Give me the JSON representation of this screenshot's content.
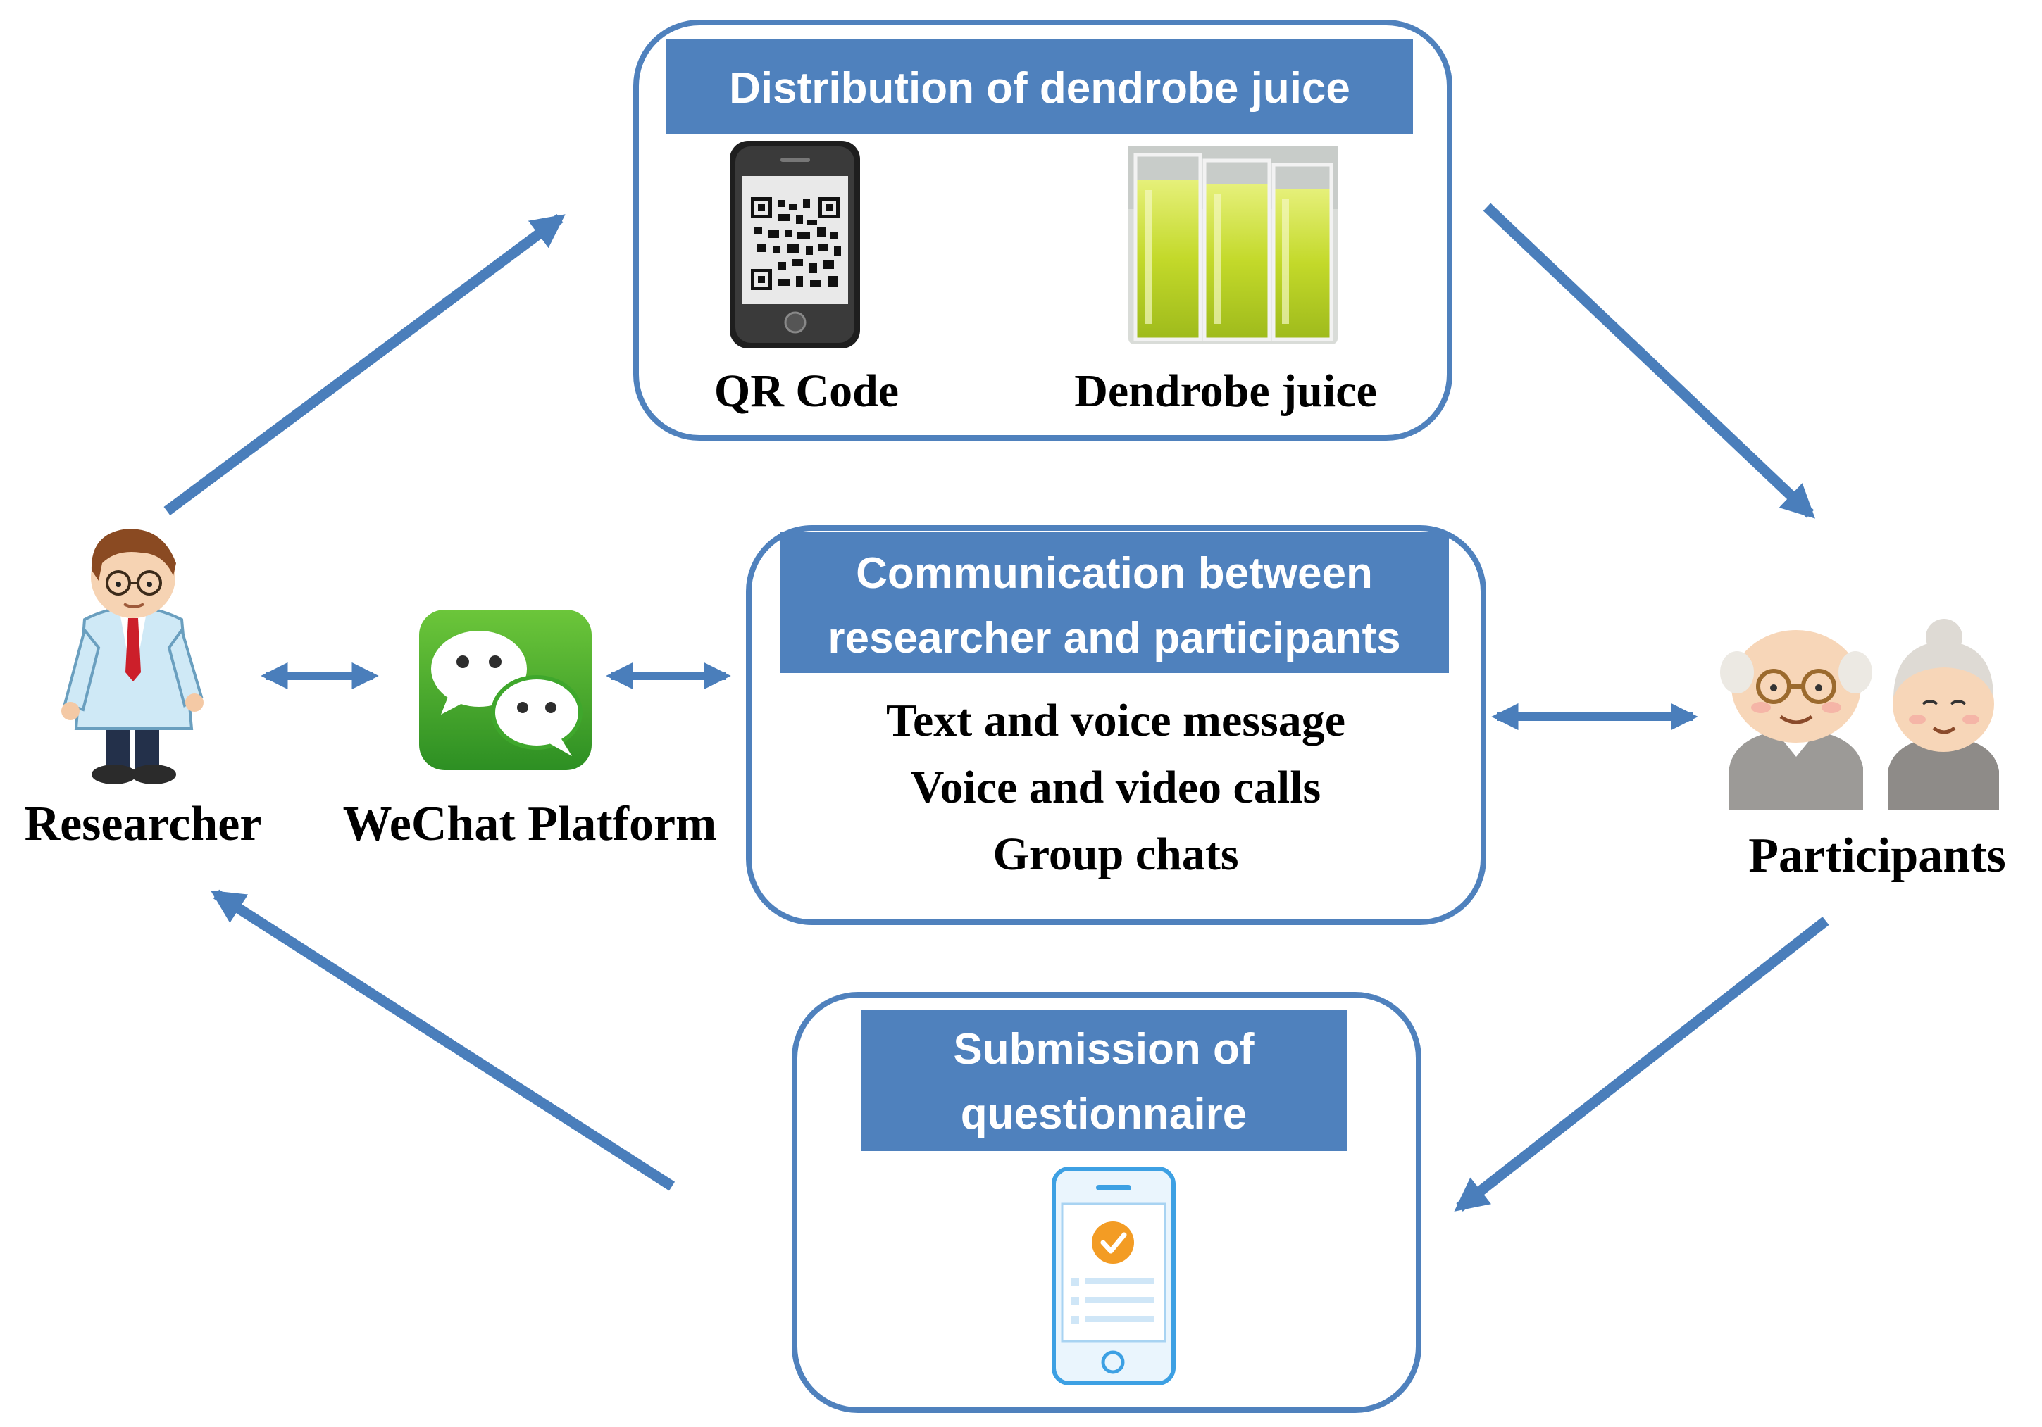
{
  "colors": {
    "arrow": "#4a7ebb",
    "box_border": "#4f81bd",
    "header_fill": "#4f81bd",
    "header_text": "#ffffff",
    "label_text": "#000000",
    "juice": "#c3d92a",
    "wechat_green": "#3fa72c",
    "check_orange": "#f39c24"
  },
  "distribution": {
    "title": "Distribution of dendrobe juice",
    "qr_label": "QR Code",
    "juice_label": "Dendrobe juice"
  },
  "communication": {
    "title_line1": "Communication between",
    "title_line2": "researcher and participants",
    "items": [
      "Text and voice message",
      "Voice and video calls",
      "Group chats"
    ]
  },
  "submission": {
    "title_line1": "Submission of",
    "title_line2": "questionnaire"
  },
  "nodes": {
    "researcher": "Researcher",
    "wechat": "WeChat Platform",
    "participants": "Participants"
  },
  "icons": {
    "researcher": "researcher-doctor-icon",
    "wechat": "wechat-logo-icon",
    "participants": "elderly-couple-icon",
    "qr_phone": "qr-code-phone-icon",
    "juice": "juice-glasses-icon",
    "questionnaire_phone": "questionnaire-phone-icon"
  }
}
